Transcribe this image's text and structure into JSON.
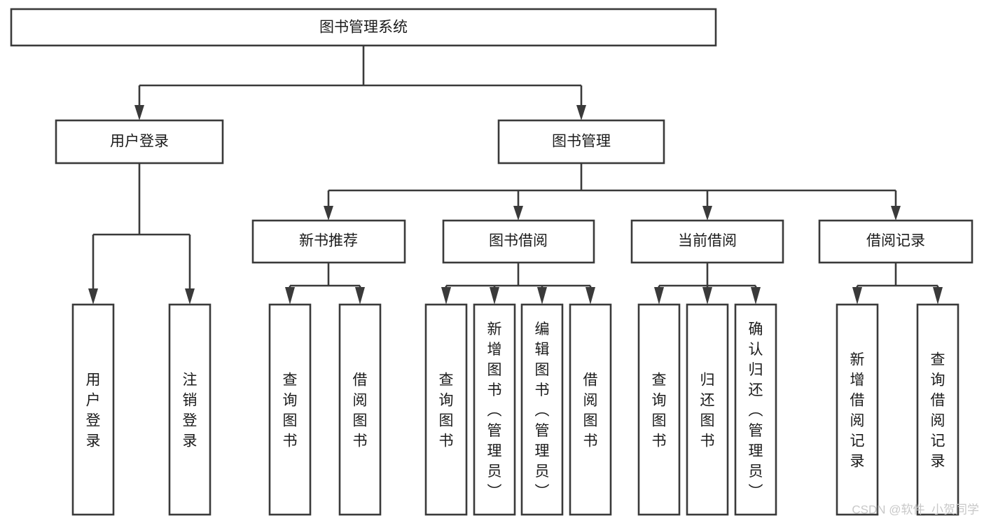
{
  "diagram": {
    "title": "图书管理系统",
    "type": "hierarchy-tree",
    "background_color": "#ffffff",
    "line_color": "#3a3a3a",
    "text_color": "#1b1b1b"
  },
  "root": {
    "label": "图书管理系统"
  },
  "level2": {
    "user_login": {
      "label": "用户登录"
    },
    "book_manage": {
      "label": "图书管理"
    }
  },
  "level3": {
    "new_book_recommend": {
      "label": "新书推荐"
    },
    "book_borrow": {
      "label": "图书借阅"
    },
    "current_borrow": {
      "label": "当前借阅"
    },
    "borrow_record": {
      "label": "借阅记录"
    }
  },
  "leaves": {
    "user_login": [
      {
        "label": "用户登录"
      },
      {
        "label": "注销登录"
      }
    ],
    "new_book_recommend": [
      {
        "label": "查询图书"
      },
      {
        "label": "借阅图书"
      }
    ],
    "book_borrow": [
      {
        "label": "查询图书"
      },
      {
        "label": "新增图书（管理员）"
      },
      {
        "label": "编辑图书（管理员）"
      },
      {
        "label": "借阅图书"
      }
    ],
    "current_borrow": [
      {
        "label": "查询图书"
      },
      {
        "label": "归还图书"
      },
      {
        "label": "确认归还（管理员）"
      }
    ],
    "borrow_record": [
      {
        "label": "新增借阅记录"
      },
      {
        "label": "查询借阅记录"
      }
    ]
  },
  "watermark": {
    "text": "CSDN @软件_小贺同学",
    "color": "#c8c8c8"
  }
}
